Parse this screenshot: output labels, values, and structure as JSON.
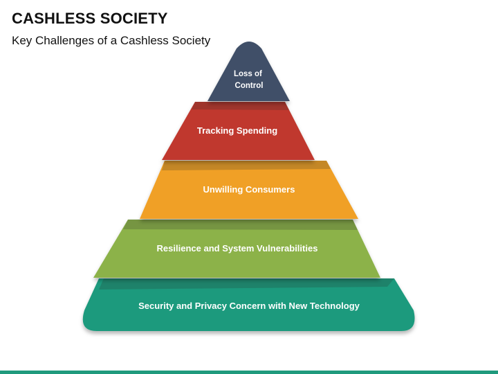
{
  "slide": {
    "title": "CASHLESS SOCIETY",
    "subtitle": "Key Challenges of a Cashless Society"
  },
  "pyramid": {
    "tiers": [
      {
        "label_lines": [
          "Loss of",
          "Control"
        ],
        "color": "#3f5068"
      },
      {
        "label_lines": [
          "Tracking Spending"
        ],
        "color": "#c0392f"
      },
      {
        "label_lines": [
          "Unwilling Consumers"
        ],
        "color": "#f0a027"
      },
      {
        "label_lines": [
          "Resilience and System Vulnerabilities"
        ],
        "color": "#8cb24a"
      },
      {
        "label_lines": [
          "Security and Privacy Concern with New Technology"
        ],
        "color": "#1f9a7d"
      }
    ]
  },
  "colors": {
    "bottom_bar": "#1f9a7d",
    "shadow_dark": "#2a2f2b"
  }
}
